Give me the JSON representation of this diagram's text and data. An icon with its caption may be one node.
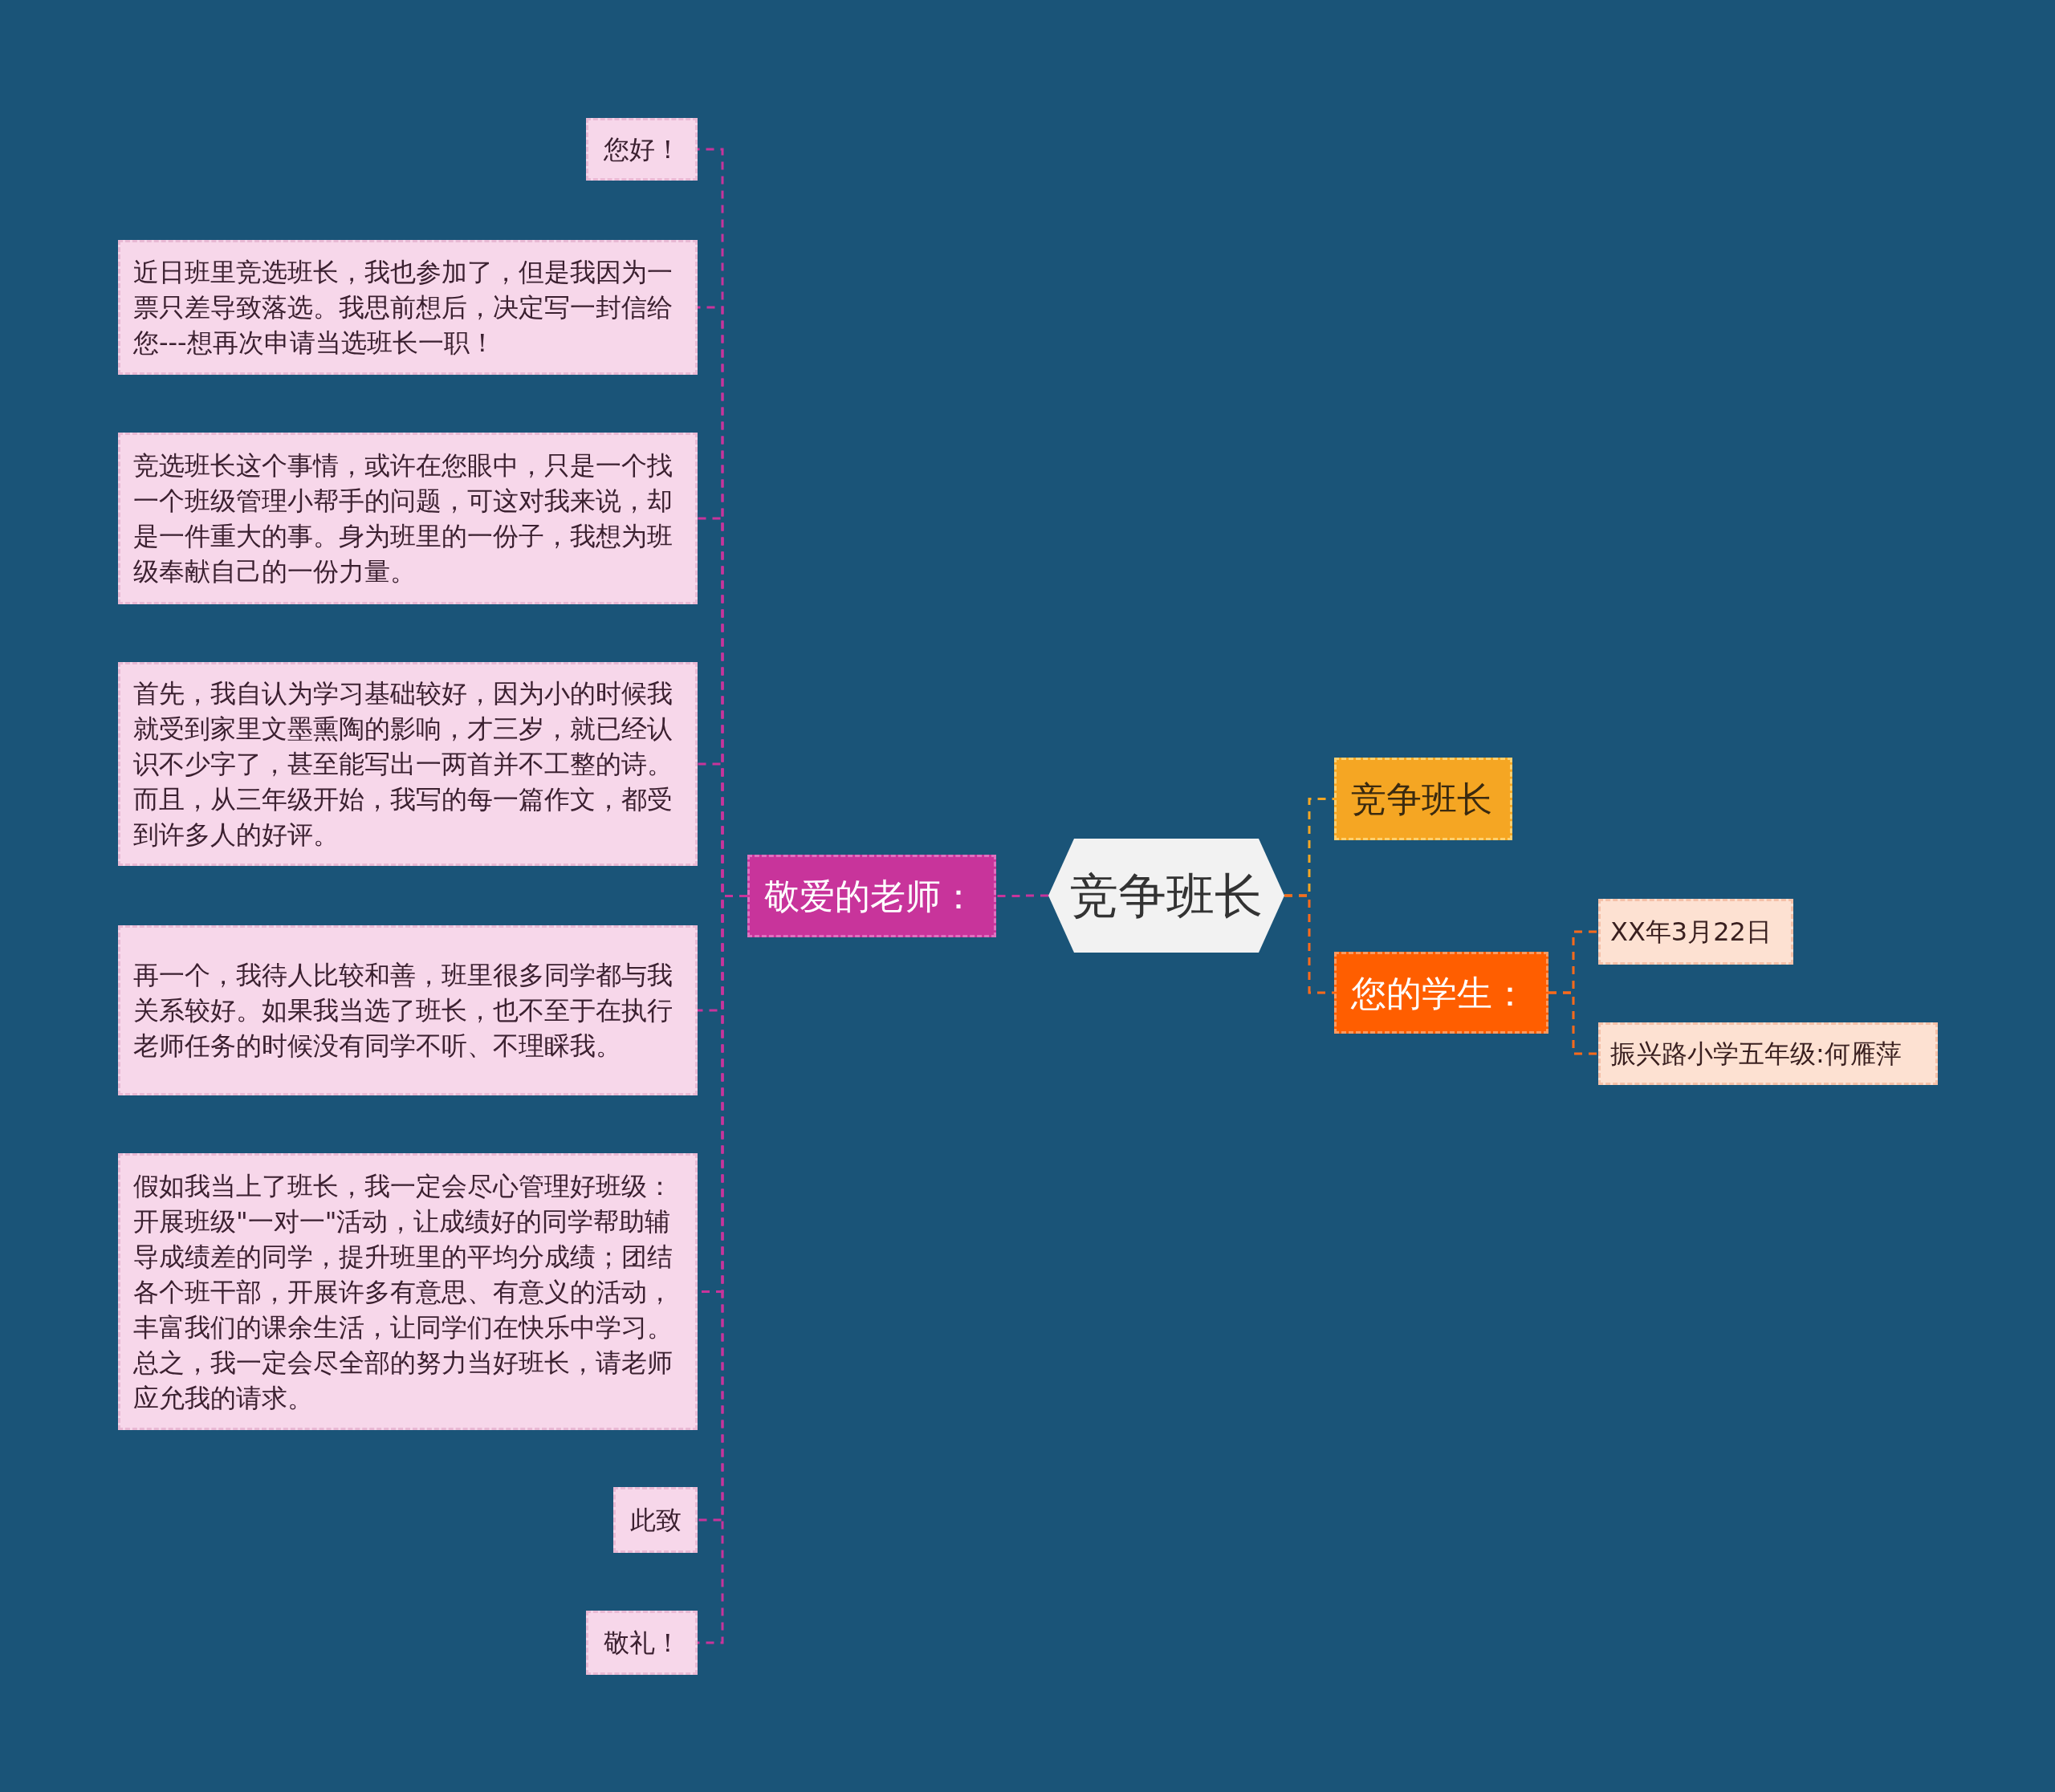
{
  "diagram": {
    "nodes": [
      {
        "text": [
          "竞争班长"
        ]
      },
      {
        "text": [
          "敬爱的老师："
        ]
      },
      {
        "text": [
          "竞争班长"
        ]
      },
      {
        "text": [
          "您的学生："
        ]
      },
      {
        "text": [
          "XX年3月22日"
        ]
      },
      {
        "text": [
          "振兴路小学五年级:何雁萍"
        ]
      },
      {
        "text": [
          "您好！"
        ]
      },
      {
        "text": [
          "近日班里竞选班长，我也参加了，但是我因为一票只差导致落选。我思前想后，决定写一封信给您---想再次申请当选班长一职！"
        ]
      },
      {
        "text": [
          "竞选班长这个事情，或许在您眼中，只是一个找一个班级管理小帮手的问题，可这对我来说，却是一件重大的事。身为班里的一份子，我想为班级奉献自己的一份力量。"
        ]
      },
      {
        "text": [
          "首先，我自认为学习基础较好，因为小的时候我就受到家里文墨熏陶的影响，才三岁，就已经认识不少字了，甚至能写出一两首并不工整的诗。而且，从三年级开始，我写的每一篇作文，都受到许多人的好评。"
        ]
      },
      {
        "text": [
          "再一个，我待人比较和善，班里很多同学都与我关系较好。如果我当选了班长，也不至于在执行老师任务的时候没有同学不听、不理睬我。"
        ]
      },
      {
        "text": [
          "假如我当上了班长，我一定会尽心管理好班级：开展班级\"一对一\"活动，让成绩好的同学帮助辅导成绩差的同学，提升班里的平均分成绩；团结各个班干部，开展许多有意思、有意义的活动，丰富我们的课余生活，让同学们在快乐中学习。总之，我一定会尽全部的努力当好班长，请老师应允我的请求。"
        ]
      },
      {
        "text": [
          "此致"
        ]
      },
      {
        "text": [
          "敬礼！"
        ]
      }
    ],
    "edges": [
      {
        "from": 0,
        "to": 1,
        "arrow": "none"
      },
      {
        "from": 0,
        "to": 2,
        "arrow": "none",
        "color": "#f5a623"
      },
      {
        "from": 0,
        "to": 3,
        "arrow": "none",
        "color": "#ff6a1a"
      },
      {
        "from": 3,
        "to": 4,
        "arrow": "none",
        "color": "#ff6a1a"
      },
      {
        "from": 3,
        "to": 5,
        "arrow": "none",
        "color": "#ff6a1a"
      },
      {
        "from": 1,
        "to": 6,
        "arrow": "none"
      },
      {
        "from": 1,
        "to": 7,
        "arrow": "none"
      },
      {
        "from": 1,
        "to": 8,
        "arrow": "none"
      },
      {
        "from": 1,
        "to": 9,
        "arrow": "none"
      },
      {
        "from": 1,
        "to": 10,
        "arrow": "none"
      },
      {
        "from": 1,
        "to": 11,
        "arrow": "none"
      },
      {
        "from": 1,
        "to": 12,
        "arrow": "none"
      },
      {
        "from": 1,
        "to": 13,
        "arrow": "none"
      }
    ]
  }
}
